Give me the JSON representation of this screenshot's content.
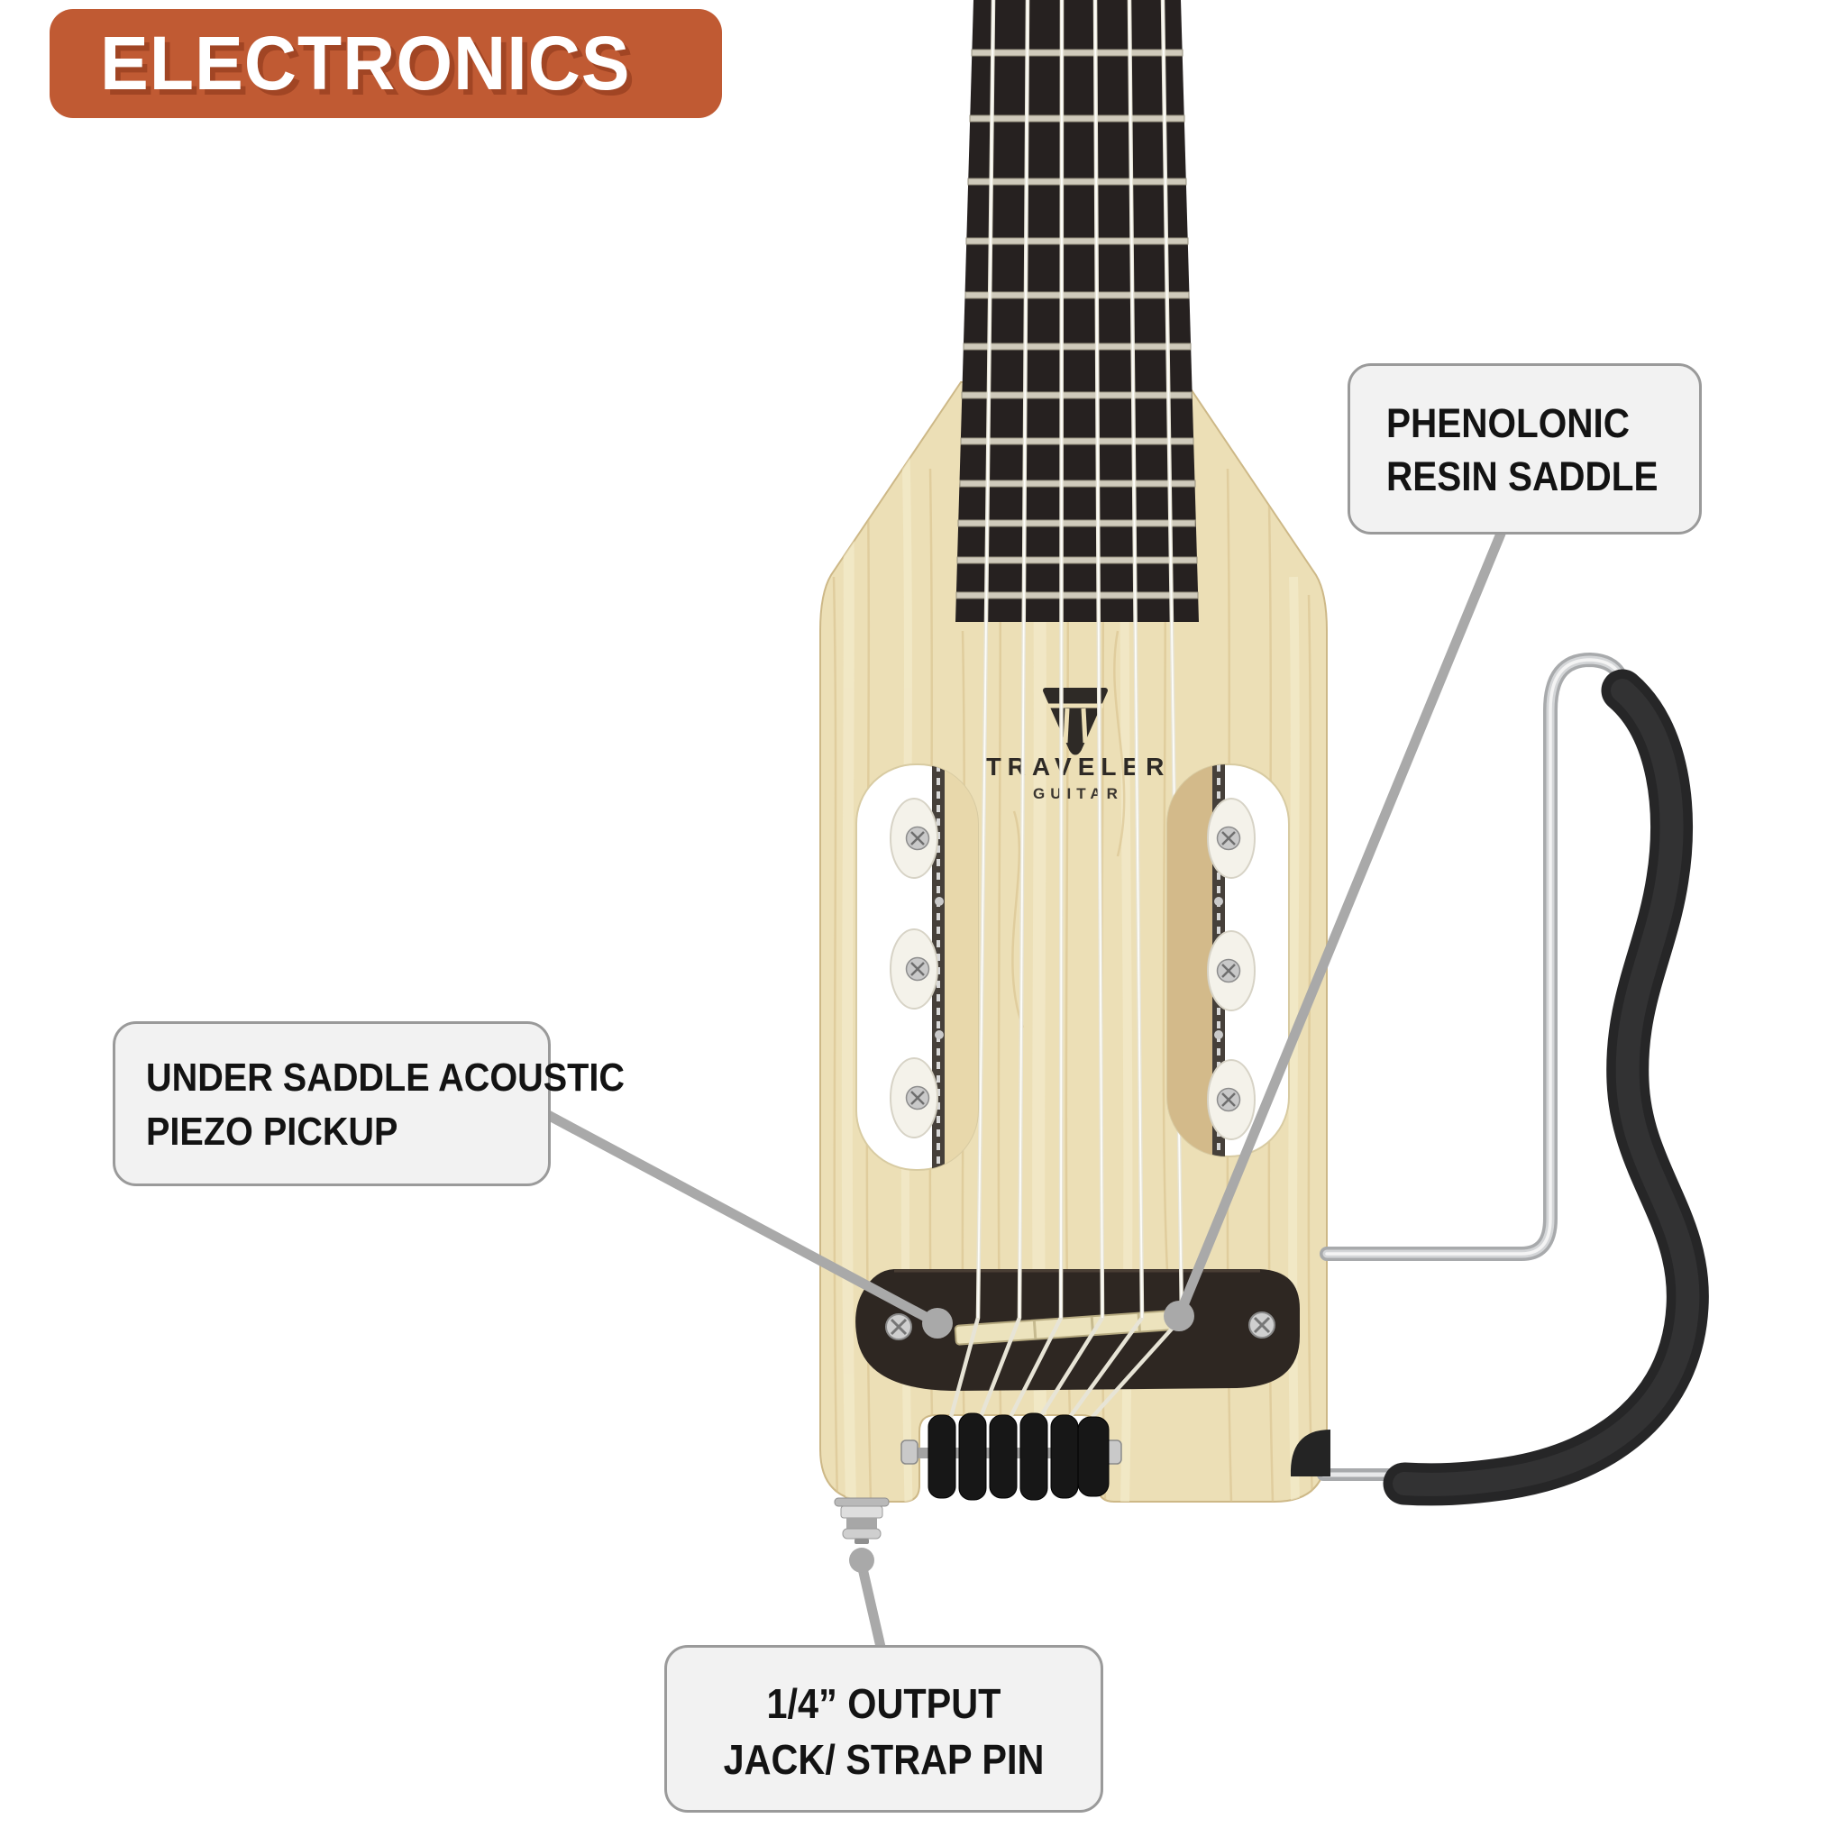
{
  "title_badge": {
    "label": "ELECTRONICS",
    "bg_color": "#c05a33",
    "text_color": "#ffffff"
  },
  "callouts": {
    "saddle": {
      "lines": [
        "PHENOLONIC",
        "RESIN SADDLE"
      ]
    },
    "pickup": {
      "lines": [
        "UNDER SADDLE ACOUSTIC",
        "PIEZO PICKUP"
      ]
    },
    "output_jack": {
      "lines": [
        "1/4” OUTPUT",
        "JACK/ STRAP PIN"
      ]
    }
  },
  "guitar": {
    "brand": "TRAVELER",
    "brand_sub": "GUITAR",
    "logo_icon": "traveler-t-pick-logo",
    "colors": {
      "body_wood": "#ecdfb6",
      "fretboard": "#262120",
      "fret": "#cfcabb",
      "bridge": "#2e2722",
      "saddle": "#ece3bd",
      "strings": "#e9e6da",
      "tuner_button": "#f4f2ea",
      "retainer_black": "#171717",
      "foam_grip": "#262627",
      "chrome": "#c9cbcd",
      "leader_line": "#a9a9a9",
      "callout_fill": "#f2f2f2",
      "callout_border": "#9a9a9a"
    }
  }
}
